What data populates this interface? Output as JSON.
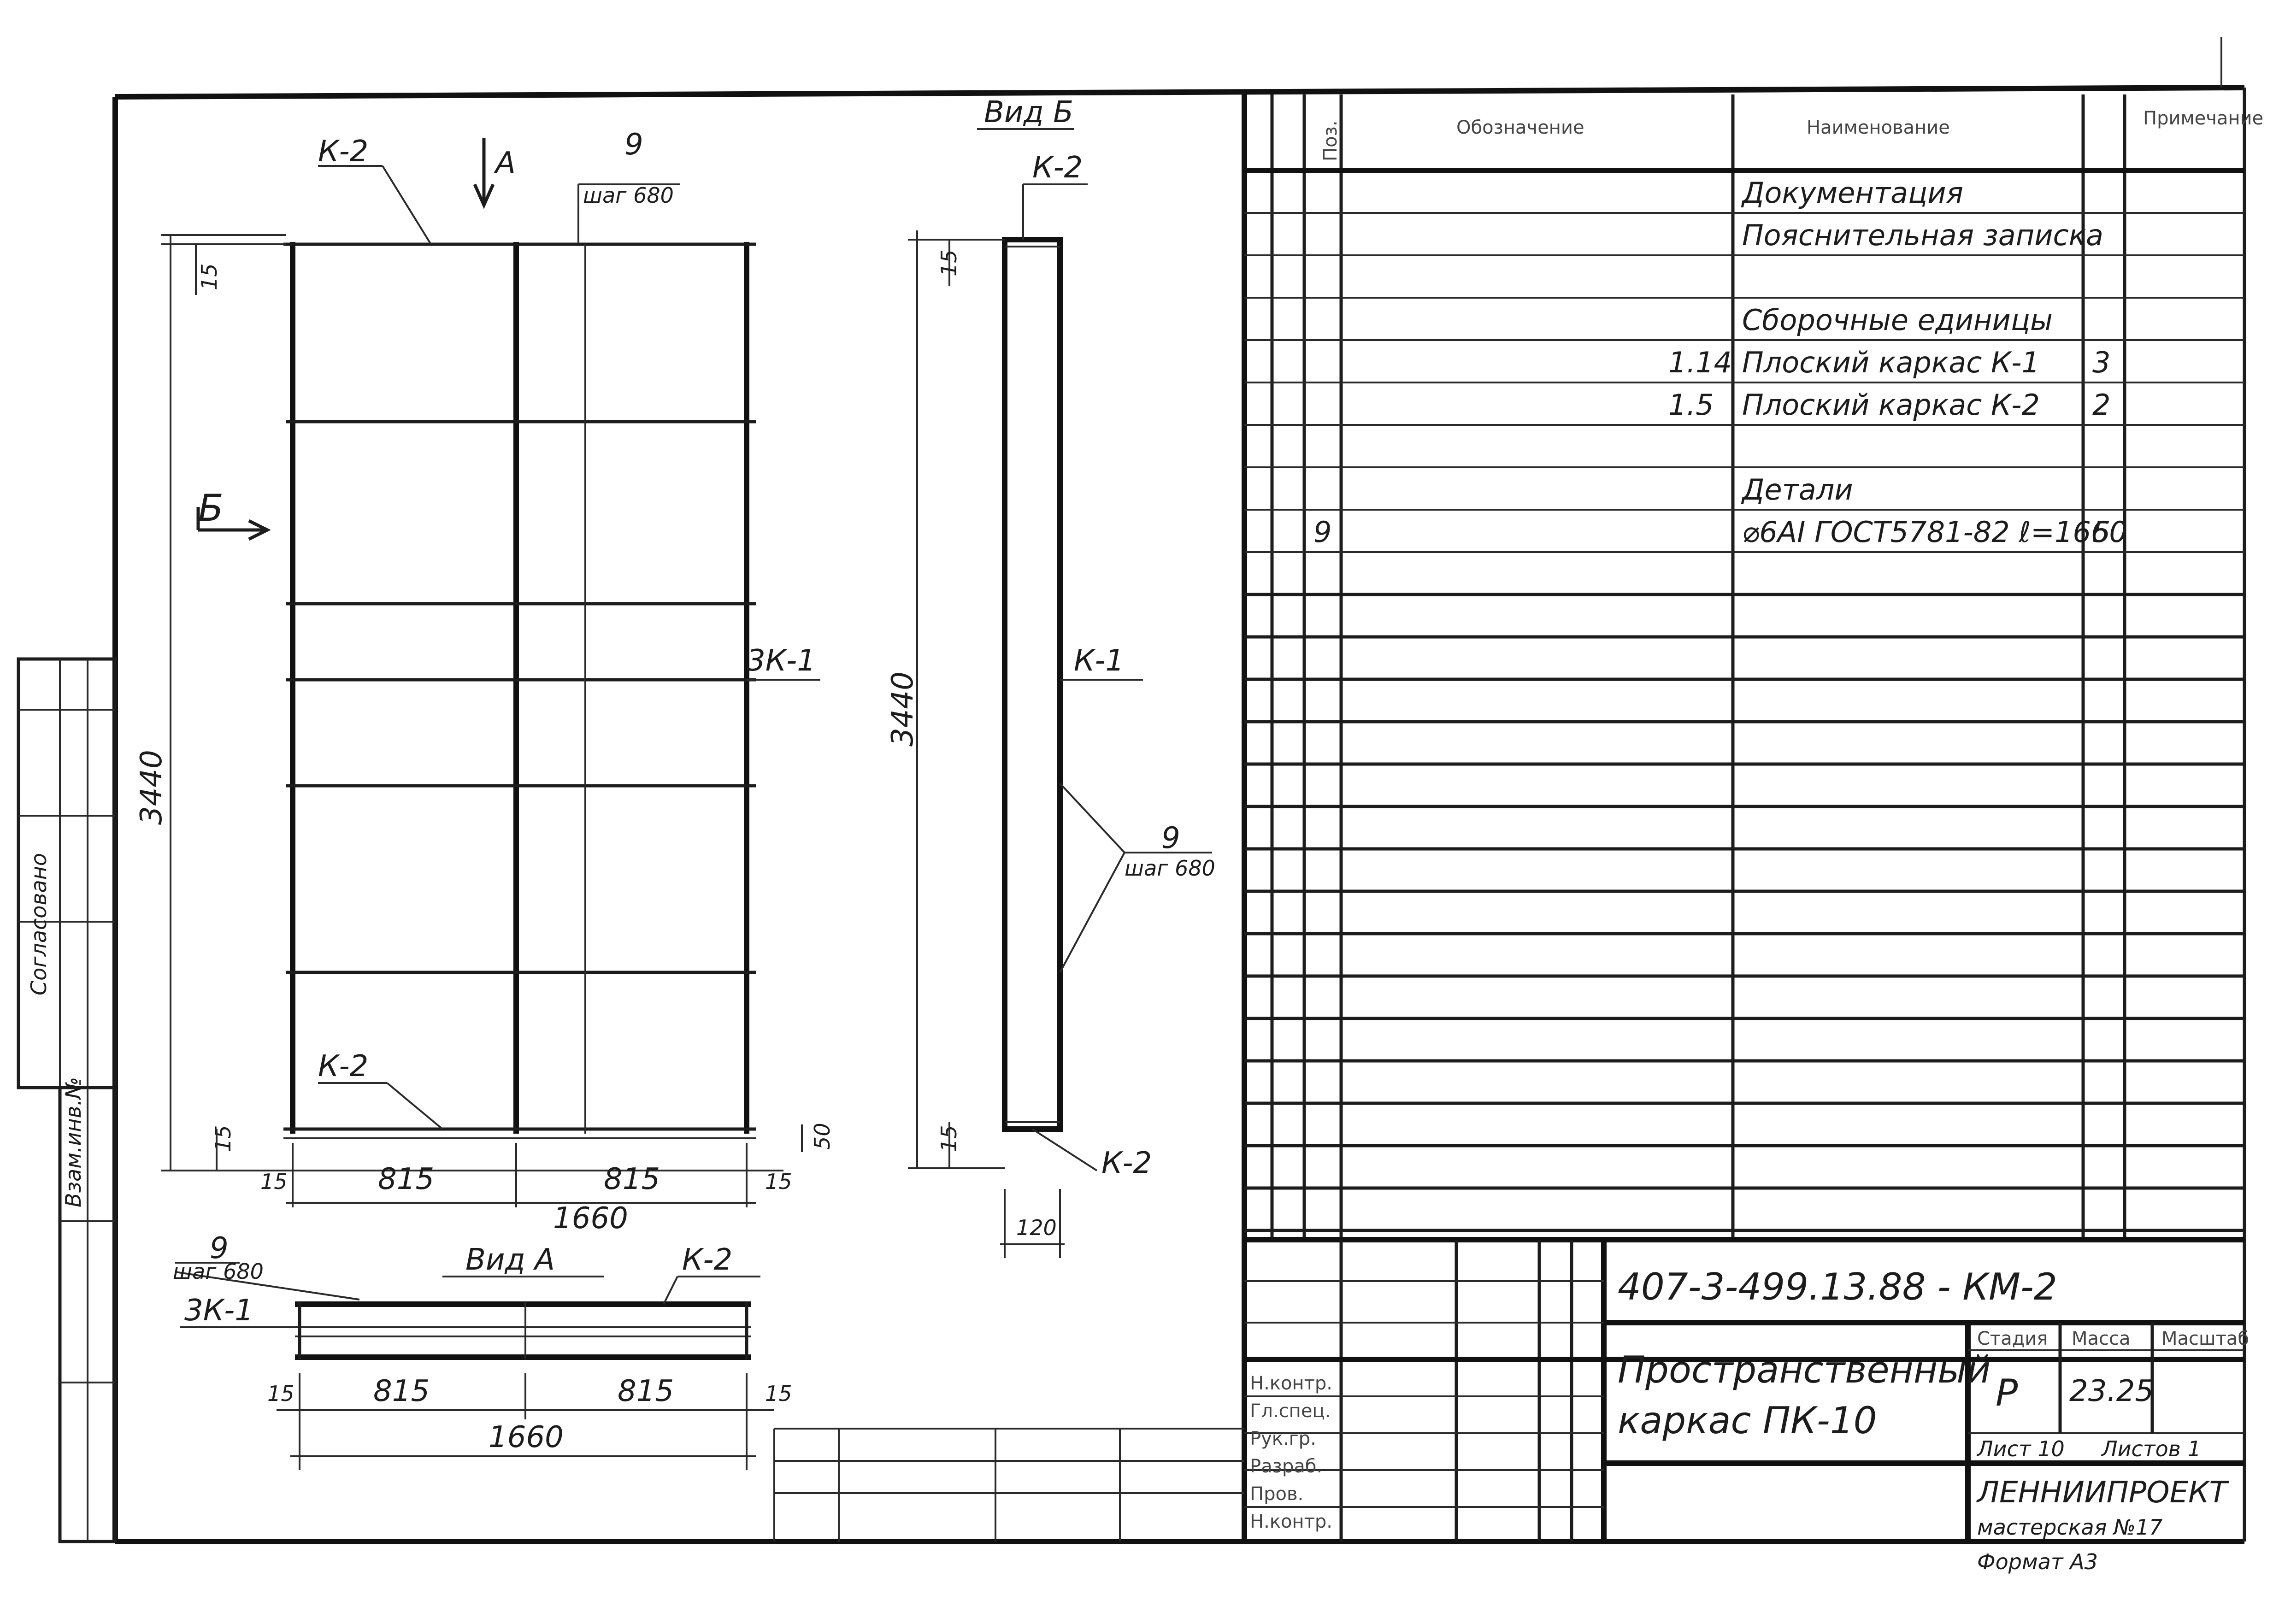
{
  "sidebar": {
    "agreed": "Согласовано",
    "inv_no": "Взам.инв.№"
  },
  "plan": {
    "label_k2_top": "К-2",
    "arrow_a": "А",
    "pos_9": "9",
    "pitch_680": "шаг 680",
    "dim_15_top": "15",
    "dim_3440": "3440",
    "arrow_b": "Б",
    "label_3k1": "3К-1",
    "label_k2_bottom": "К-2",
    "dim_15_bottom": "15",
    "dim_50": "50",
    "dim_15_left": "15",
    "dim_815_a": "815",
    "dim_815_b": "815",
    "dim_15_right": "15",
    "dim_1660": "1660"
  },
  "view_b": {
    "title": "Вид Б",
    "label_k2_top": "К-2",
    "dim_15_top": "15",
    "dim_3440": "3440",
    "label_k1": "К-1",
    "pos_9": "9",
    "pitch_680": "шаг 680",
    "dim_15_bottom": "15",
    "label_k2_bottom": "К-2",
    "dim_120": "120"
  },
  "view_a": {
    "title": "Вид А",
    "pos_9": "9",
    "pitch_680": "шаг 680",
    "label_k2": "К-2",
    "label_3k1": "3К-1",
    "dim_15_left": "15",
    "dim_815_a": "815",
    "dim_815_b": "815",
    "dim_15_right": "15",
    "dim_1660": "1660"
  },
  "spec": {
    "headers": {
      "pos": "Поз.",
      "designation": "Обозначение",
      "name": "Наименование",
      "note": "Примечание"
    },
    "rows": [
      {
        "pos": "",
        "designation": "",
        "name": "Документация",
        "qty": ""
      },
      {
        "pos": "",
        "designation": "",
        "name": "Пояснительная записка",
        "qty": ""
      },
      {
        "pos": "",
        "designation": "",
        "name": "",
        "qty": ""
      },
      {
        "pos": "",
        "designation": "",
        "name": "Сборочные единицы",
        "qty": ""
      },
      {
        "pos": "",
        "designation": "1.14",
        "name": "Плоский каркас К-1",
        "qty": "3"
      },
      {
        "pos": "",
        "designation": "1.5",
        "name": "Плоский каркас К-2",
        "qty": "2"
      },
      {
        "pos": "",
        "designation": "",
        "name": "",
        "qty": ""
      },
      {
        "pos": "",
        "designation": "",
        "name": "Детали",
        "qty": ""
      },
      {
        "pos": "9",
        "designation": "",
        "name": "⌀6AI ГОСТ5781-82 ℓ=1660",
        "qty": "5"
      }
    ]
  },
  "title_block": {
    "code": "407-3-499.13.88 - КМ-2",
    "name_line1": "Пространственный",
    "name_line2": "каркас  ПК-10",
    "stage_hdr": "Стадия",
    "mass_hdr": "Масса",
    "scale_hdr": "Масштаб",
    "stage": "Р",
    "mass": "23.25",
    "sheet": "Лист 10",
    "sheets": "Листов 1",
    "org1": "ЛЕННИИПРОЕКТ",
    "org2": "мастерская №17",
    "roles": [
      "Н.контр.",
      "Гл.спец.",
      "Рук.гр.",
      "Разраб.",
      "Пров.",
      "Н.контр."
    ],
    "format": "Формат А3"
  }
}
